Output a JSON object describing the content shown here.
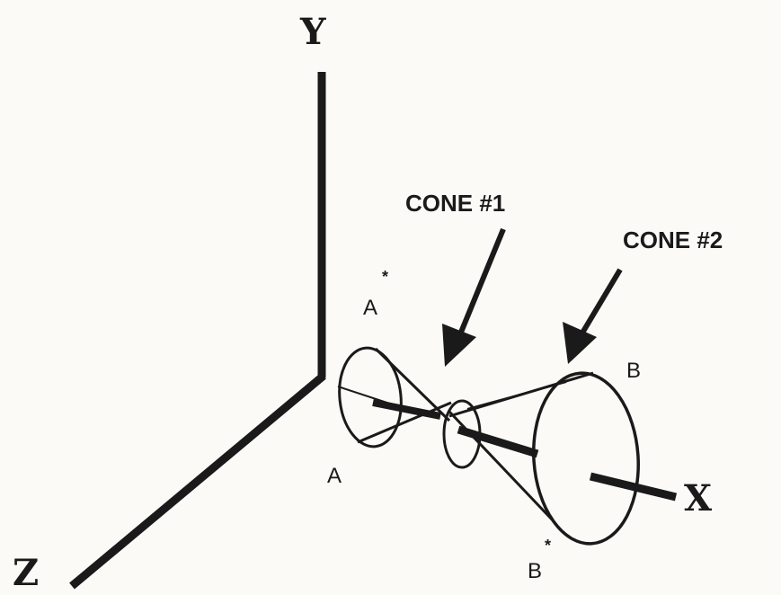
{
  "axes": {
    "y_label": "Y",
    "x_label": "X",
    "z_label": "Z"
  },
  "callouts": {
    "cone1": "CONE #1",
    "cone2": "CONE #2"
  },
  "points": {
    "a": "A",
    "a_star_base": "A",
    "a_star_mark": "*",
    "b": "B",
    "b_star_base": "B",
    "b_star_mark": "*"
  },
  "colors": {
    "ink": "#1a1a1a",
    "paper": "#fbfaf7"
  }
}
